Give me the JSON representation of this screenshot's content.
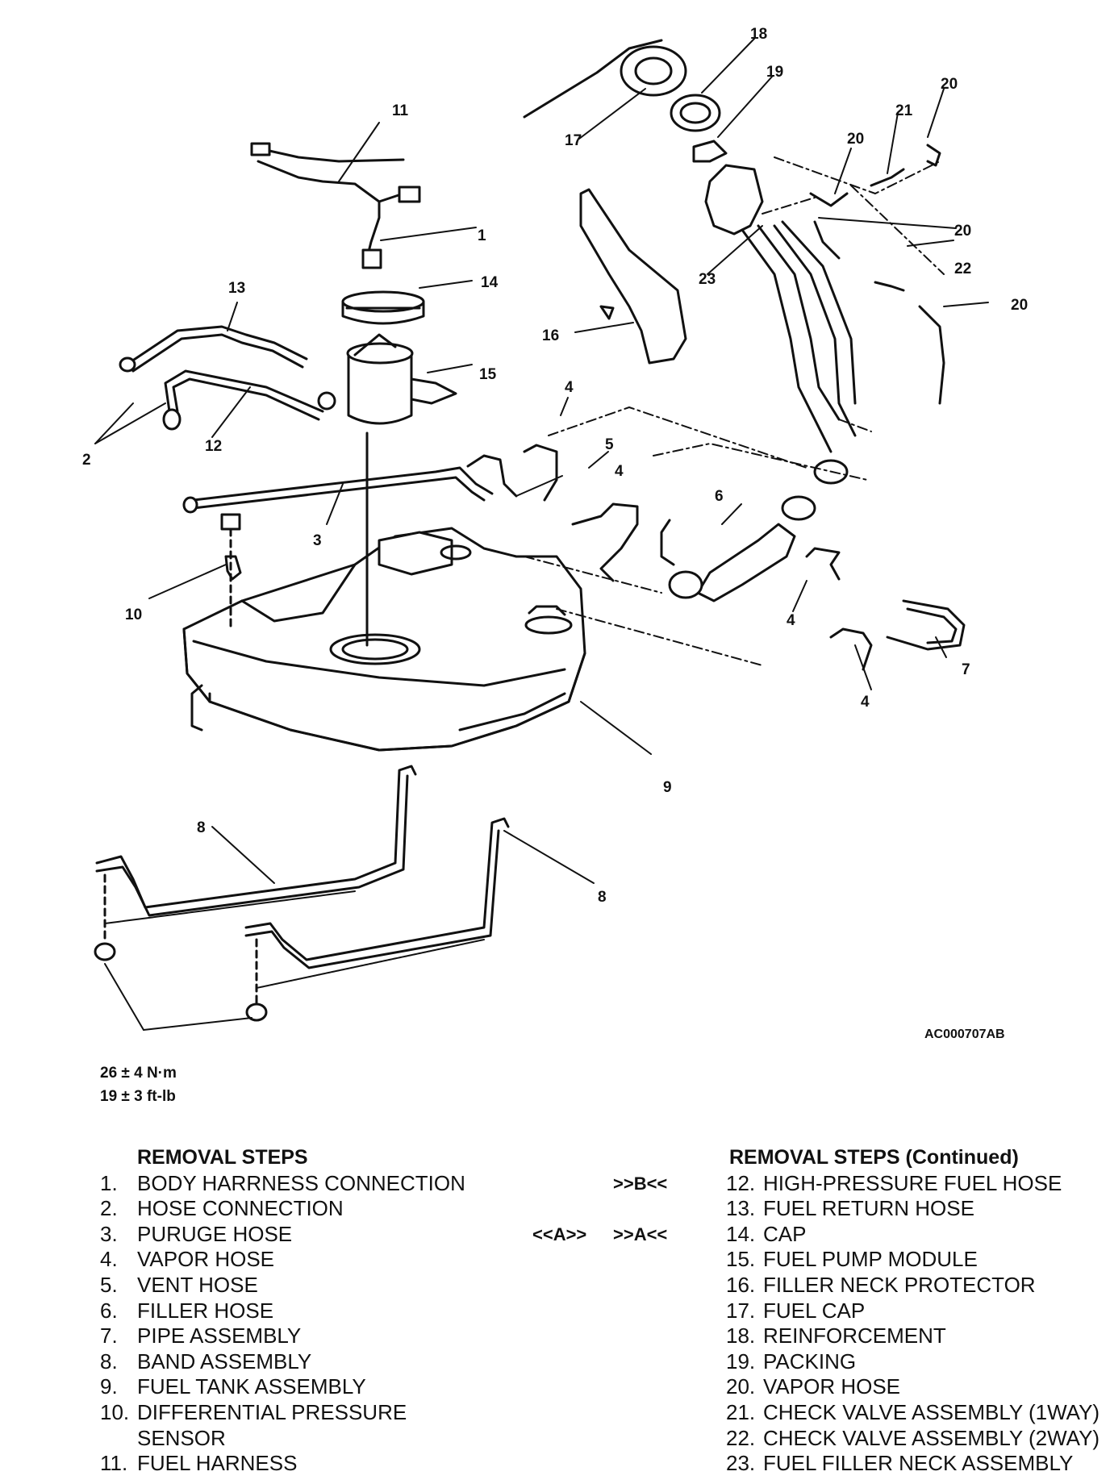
{
  "diagram": {
    "callouts": [
      "1",
      "2",
      "3",
      "4",
      "5",
      "6",
      "7",
      "8",
      "9",
      "10",
      "11",
      "12",
      "13",
      "14",
      "15",
      "16",
      "17",
      "18",
      "19",
      "20",
      "21",
      "22",
      "23"
    ],
    "torque_nm": "26 ± 4 N·m",
    "torque_ftlb": "19 ± 3 ft-lb",
    "figure_code": "AC000707AB"
  },
  "removal_steps": {
    "heading": "REMOVAL STEPS",
    "items": [
      {
        "num": "1.",
        "label": "BODY HARRNESS CONNECTION"
      },
      {
        "num": "2.",
        "label": "HOSE CONNECTION"
      },
      {
        "num": "3.",
        "label": "PURUGE HOSE"
      },
      {
        "num": "4.",
        "label": "VAPOR HOSE"
      },
      {
        "num": "5.",
        "label": "VENT HOSE"
      },
      {
        "num": "6.",
        "label": "FILLER HOSE"
      },
      {
        "num": "7.",
        "label": "PIPE ASSEMBLY"
      },
      {
        "num": "8.",
        "label": "BAND ASSEMBLY"
      },
      {
        "num": "9.",
        "label": "FUEL TANK ASSEMBLY"
      },
      {
        "num": "10.",
        "label": "DIFFERENTIAL PRESSURE"
      },
      {
        "num": "",
        "label": "SENSOR"
      },
      {
        "num": "11.",
        "label": "FUEL HARNESS"
      }
    ]
  },
  "removal_steps_continued": {
    "heading": "REMOVAL STEPS (Continued)",
    "markers": {
      "row12": ">>B<<",
      "row14_install": "<<A>>",
      "row14_remove": ">>A<<"
    },
    "items": [
      {
        "num": "12.",
        "label": "HIGH-PRESSURE FUEL HOSE"
      },
      {
        "num": "13.",
        "label": "FUEL RETURN HOSE"
      },
      {
        "num": "14.",
        "label": "CAP"
      },
      {
        "num": "15.",
        "label": "FUEL PUMP MODULE"
      },
      {
        "num": "16.",
        "label": "FILLER NECK PROTECTOR"
      },
      {
        "num": "17.",
        "label": "FUEL CAP"
      },
      {
        "num": "18.",
        "label": "REINFORCEMENT"
      },
      {
        "num": "19.",
        "label": "PACKING"
      },
      {
        "num": "20.",
        "label": "VAPOR HOSE"
      },
      {
        "num": "21.",
        "label": "CHECK VALVE ASSEMBLY (1WAY)"
      },
      {
        "num": "22.",
        "label": "CHECK VALVE ASSEMBLY (2WAY)"
      },
      {
        "num": "23.",
        "label": "FUEL FILLER  NECK  ASSEMBLY"
      }
    ]
  }
}
